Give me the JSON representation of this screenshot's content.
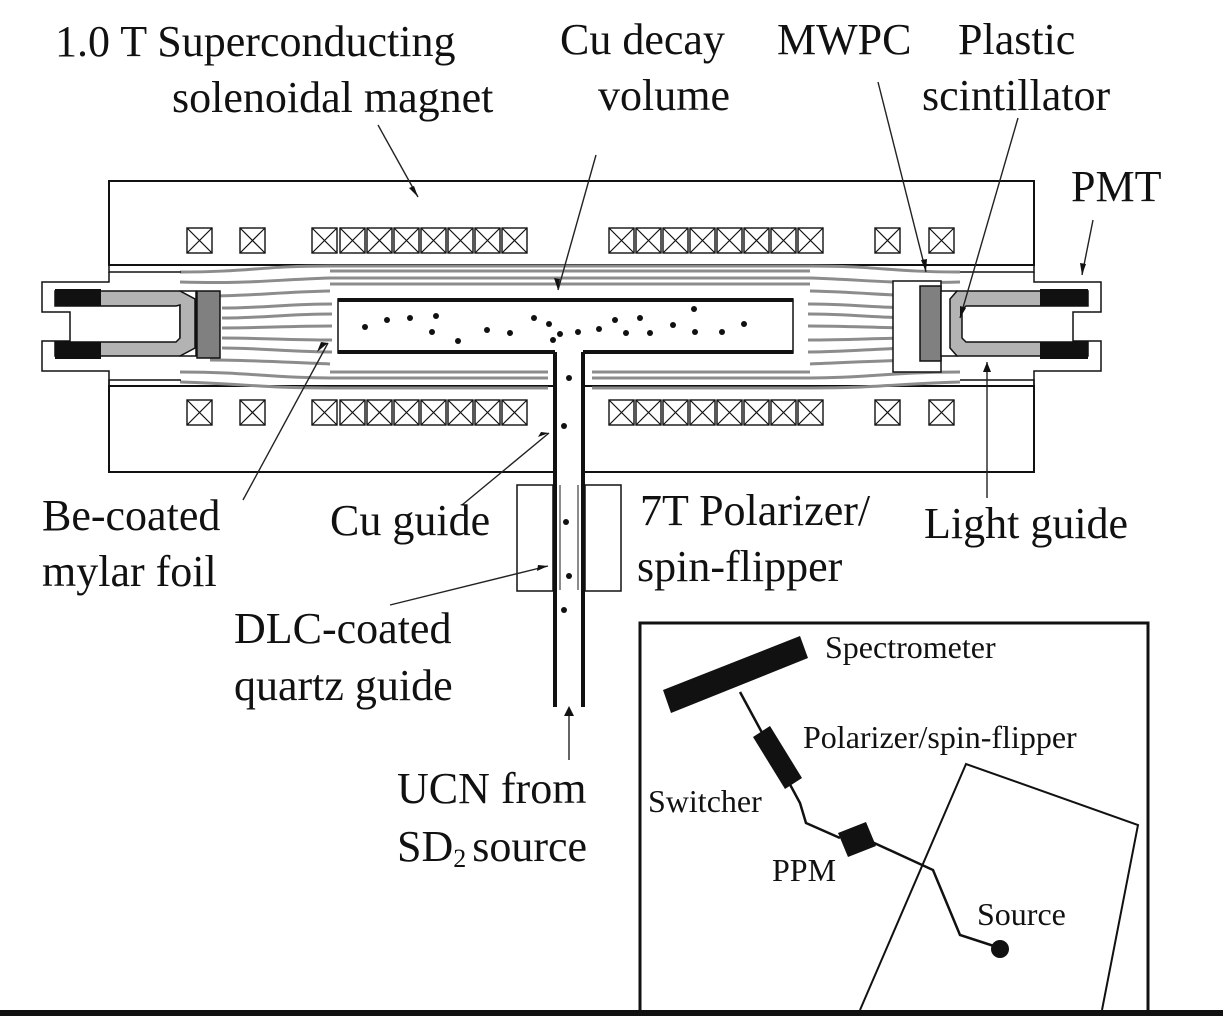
{
  "labels": {
    "magnet_line1": "1.0 T Superconducting",
    "magnet_line2": "solenoidal magnet",
    "decay_line1": "Cu decay",
    "decay_line2": "volume",
    "mwpc": "MWPC",
    "scint_line1": "Plastic",
    "scint_line2": "scintillator",
    "pmt": "PMT",
    "foil_line1": "Be-coated",
    "foil_line2": "mylar foil",
    "cu_guide": "Cu guide",
    "polarizer_line1": "7T Polarizer/",
    "polarizer_line2": "spin-flipper",
    "light_guide": "Light guide",
    "dlc_line1": "DLC-coated",
    "dlc_line2": "quartz guide",
    "ucn_line1": "UCN from",
    "ucn_sd": "SD",
    "ucn_sub": "2",
    "ucn_source": "source"
  },
  "inset": {
    "spectrometer": "Spectrometer",
    "polarizer": "Polarizer/spin-flipper",
    "switcher": "Switcher",
    "ppm": "PPM",
    "source": "Source"
  },
  "colors": {
    "ink": "#111111",
    "field_lines": "#8c8c8c",
    "detector_gray": "#808080",
    "light_guide_gray": "#b3b3b3"
  }
}
